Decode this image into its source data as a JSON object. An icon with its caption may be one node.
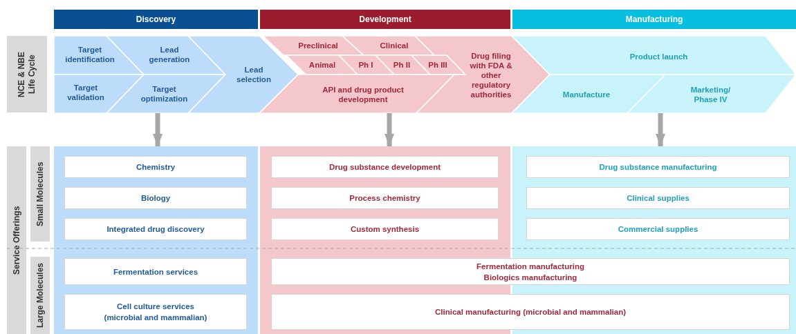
{
  "diagram": {
    "nodes": [
      {
        "text": [
          "Discovery"
        ]
      },
      {
        "text": [
          "Development"
        ]
      },
      {
        "text": [
          "Manufacturing"
        ]
      },
      {
        "text": [
          "NCE & NBE Life Cycle"
        ]
      },
      {
        "text": [
          "Target identification"
        ]
      },
      {
        "text": [
          "Lead generation"
        ]
      },
      {
        "text": [
          "Target validation"
        ]
      },
      {
        "text": [
          "Target optimization"
        ]
      },
      {
        "text": [
          "Lead selection"
        ]
      },
      {
        "text": [
          "Preclinical"
        ]
      },
      {
        "text": [
          "Clinical"
        ]
      },
      {
        "text": [
          "Animal"
        ]
      },
      {
        "text": [
          "Ph I"
        ]
      },
      {
        "text": [
          "Ph II"
        ]
      },
      {
        "text": [
          "Ph III"
        ]
      },
      {
        "text": [
          "API and drug product development"
        ]
      },
      {
        "text": [
          "Drug filing with FDA & other regulatory authorities"
        ]
      },
      {
        "text": [
          "Product launch"
        ]
      },
      {
        "text": [
          "Manufacture"
        ]
      },
      {
        "text": [
          "Marketing/ Phase IV"
        ]
      },
      {
        "text": [
          "Service Offerings"
        ]
      },
      {
        "text": [
          "Small Molecules"
        ]
      },
      {
        "text": [
          "Large Molecules"
        ]
      },
      {
        "text": [],
        "shape": "box"
      },
      {
        "text": [
          "Chemistry"
        ],
        "in": 23
      },
      {
        "text": [
          "Biology"
        ],
        "in": 23
      },
      {
        "text": [
          "Integrated drug discovery"
        ],
        "in": 23
      },
      {
        "text": [
          "Fermentation services"
        ],
        "in": 23
      },
      {
        "text": [
          "Cell culture services (microbial and mammalian)"
        ],
        "in": 23
      },
      {
        "text": [],
        "shape": "box"
      },
      {
        "text": [
          "Drug substance development"
        ],
        "in": 29
      },
      {
        "text": [
          "Process chemistry"
        ],
        "in": 29
      },
      {
        "text": [
          "Custom synthesis"
        ],
        "in": 29
      },
      {
        "text": [],
        "shape": "box"
      },
      {
        "text": [
          "Drug substance manufacturing"
        ],
        "in": 33
      },
      {
        "text": [
          "Clinical supplies"
        ],
        "in": 33
      },
      {
        "text": [
          "Commercial supplies"
        ],
        "in": 33
      },
      {
        "text": [
          "Fermentation manufacturing",
          "Biologics manufacturing"
        ]
      },
      {
        "text": [
          "Clinical manufacturing (microbial and mammalian)"
        ]
      }
    ],
    "edges": [
      {
        "from": 7,
        "to": 23,
        "arrow": "to"
      },
      {
        "from": 15,
        "to": 29,
        "arrow": "to"
      },
      {
        "from": 19,
        "to": 33,
        "arrow": "to"
      }
    ]
  }
}
